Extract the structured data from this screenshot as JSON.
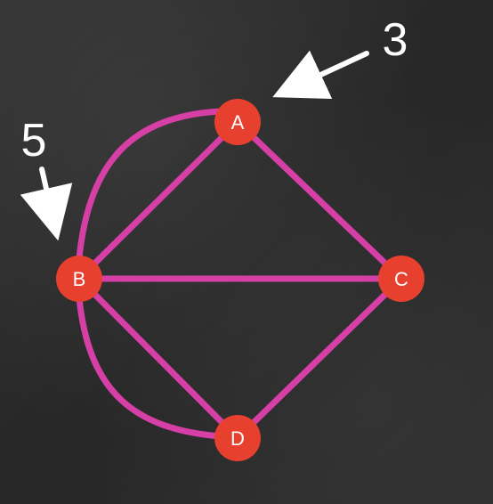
{
  "graph": {
    "nodes": [
      {
        "id": "A",
        "label": "A"
      },
      {
        "id": "B",
        "label": "B"
      },
      {
        "id": "C",
        "label": "C"
      },
      {
        "id": "D",
        "label": "D"
      }
    ],
    "edges": [
      {
        "from": "A",
        "to": "B",
        "curved": false
      },
      {
        "from": "A",
        "to": "B",
        "curved": true
      },
      {
        "from": "A",
        "to": "C",
        "curved": false
      },
      {
        "from": "B",
        "to": "C",
        "curved": false
      },
      {
        "from": "B",
        "to": "D",
        "curved": false
      },
      {
        "from": "B",
        "to": "D",
        "curved": true
      },
      {
        "from": "C",
        "to": "D",
        "curved": false
      }
    ]
  },
  "annotations": {
    "degree_a": "3",
    "degree_b": "5"
  },
  "colors": {
    "background": "#2b2b2b",
    "edge": "#d63fa6",
    "node_fill": "#e8402f",
    "node_text": "#ffffff",
    "annotation": "#ffffff"
  }
}
